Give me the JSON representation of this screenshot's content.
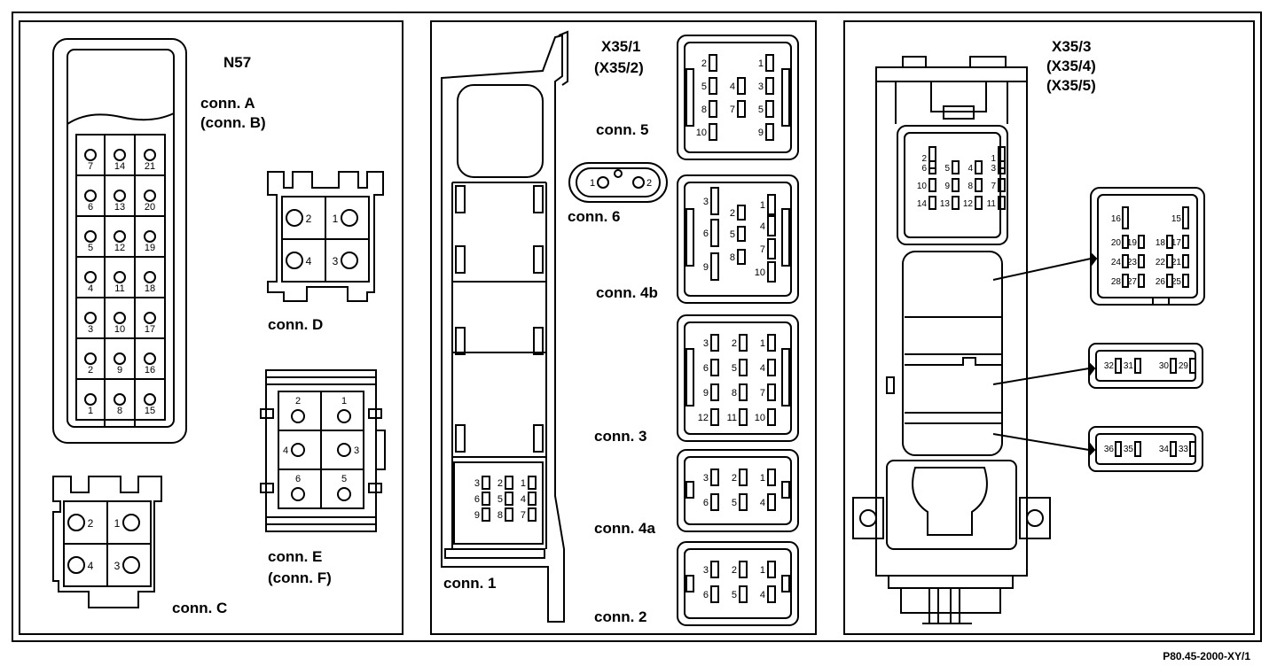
{
  "panel_left": {
    "module_title": "N57",
    "conn_a_line1": "conn. A",
    "conn_a_line2": "(conn. B)",
    "conn_c": "conn. C",
    "conn_d": "conn. D",
    "conn_e_line1": "conn. E",
    "conn_e_line2": "(conn. F)",
    "conn_a_pins": [
      [
        "7",
        "14",
        "21"
      ],
      [
        "6",
        "13",
        "20"
      ],
      [
        "5",
        "12",
        "19"
      ],
      [
        "4",
        "11",
        "18"
      ],
      [
        "3",
        "10",
        "17"
      ],
      [
        "2",
        "9",
        "16"
      ],
      [
        "1",
        "8",
        "15"
      ]
    ],
    "conn_d_pins": [
      "2",
      "1",
      "4",
      "3"
    ],
    "conn_c_pins": [
      "2",
      "1",
      "4",
      "3"
    ],
    "conn_e_pins": [
      [
        "2",
        "1"
      ],
      [
        "4",
        "3"
      ],
      [
        "6",
        "5"
      ]
    ]
  },
  "panel_middle": {
    "title_line1": "X35/1",
    "title_line2": "(X35/2)",
    "conn_1": "conn. 1",
    "conn_2": "conn. 2",
    "conn_3": "conn. 3",
    "conn_4a": "conn. 4a",
    "conn_4b": "conn. 4b",
    "conn_5": "conn. 5",
    "conn_6": "conn. 6",
    "conn_1_pins": [
      [
        "3",
        "2",
        "1"
      ],
      [
        "6",
        "5",
        "4"
      ],
      [
        "9",
        "8",
        "7"
      ]
    ],
    "conn_5_pins": [
      [
        "2",
        "",
        "1"
      ],
      [
        "5",
        "4",
        "3"
      ],
      [
        "8",
        "7",
        "5"
      ],
      [
        "10",
        "",
        "9"
      ]
    ],
    "conn_6_pins": [
      "1",
      "2"
    ],
    "conn_4b_pins": [
      [
        "3",
        "",
        "1"
      ],
      [
        "",
        "2",
        ""
      ],
      [
        "6",
        "5",
        "4"
      ],
      [
        "",
        "8",
        "7"
      ],
      [
        "9",
        "",
        "10"
      ]
    ],
    "conn_3_pins": [
      [
        "3",
        "2",
        "1"
      ],
      [
        "6",
        "5",
        "4"
      ],
      [
        "9",
        "8",
        "7"
      ],
      [
        "12",
        "11",
        "10"
      ]
    ],
    "conn_4a_pins": [
      [
        "3",
        "2",
        "1"
      ],
      [
        "6",
        "5",
        "4"
      ]
    ],
    "conn_2_pins": [
      [
        "3",
        "2",
        "1"
      ],
      [
        "6",
        "5",
        "4"
      ]
    ]
  },
  "panel_right": {
    "title_line1": "X35/3",
    "title_line2": "(X35/4)",
    "title_line3": "(X35/5)",
    "main_pins": [
      [
        "2",
        "",
        "",
        "1"
      ],
      [
        "6",
        "5",
        "4",
        "3"
      ],
      [
        "10",
        "9",
        "8",
        "7"
      ],
      [
        "14",
        "13",
        "12",
        "11"
      ]
    ],
    "sub_1_pins": [
      [
        "16",
        "",
        "",
        "15"
      ],
      [
        "20",
        "19",
        "18",
        "17"
      ],
      [
        "24",
        "23",
        "22",
        "21"
      ],
      [
        "28",
        "27",
        "26",
        "25"
      ]
    ],
    "sub_2_pins": [
      "32",
      "31",
      "30",
      "29"
    ],
    "sub_3_pins": [
      "36",
      "35",
      "34",
      "33"
    ]
  },
  "reference": "P80.45-2000-XY/1"
}
